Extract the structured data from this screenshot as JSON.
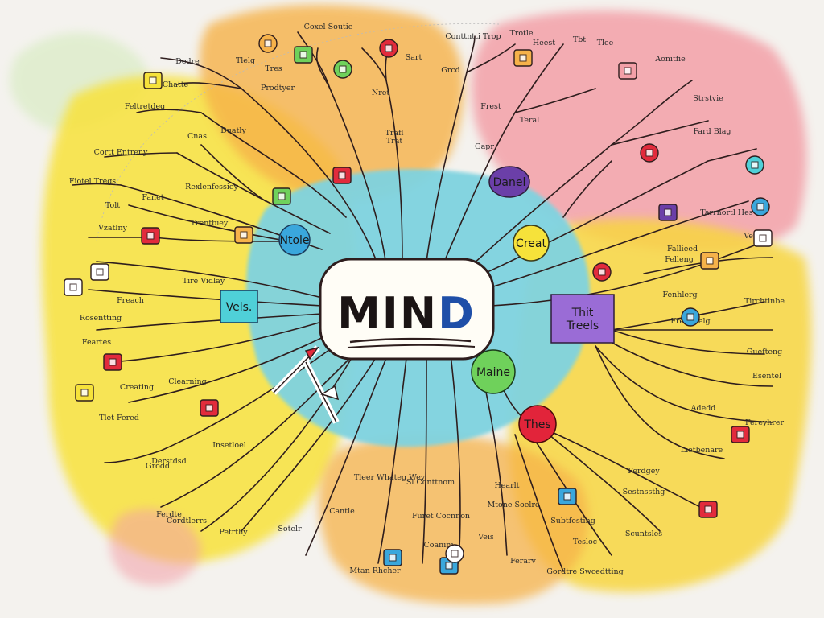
{
  "title": {
    "main": "MIN",
    "accent": "D"
  },
  "palette": {
    "yellow": "#f8e23a",
    "orange": "#f6b24a",
    "pink": "#f3a0a8",
    "cyan": "#7fd3e0",
    "ink": "#2e1d1d",
    "blue_accent": "#1f4fa8",
    "purple": "#8e63c9",
    "red": "#e22b3c",
    "green": "#6fd15b"
  },
  "hubs": [
    {
      "name": "hub-note",
      "label": "Ntole",
      "color": "#3aa7dc",
      "shape": "circle"
    },
    {
      "name": "hub-vels",
      "label": "Vels.",
      "color": "#4fd0d8",
      "shape": "rect"
    },
    {
      "name": "hub-daniel",
      "label": "Danel",
      "color": "#6b3fa8",
      "shape": "ellipse",
      "text_color": "#ffffff"
    },
    {
      "name": "hub-creat",
      "label": "Creat",
      "color": "#f6e23a",
      "shape": "circle"
    },
    {
      "name": "hub-trees",
      "label": "Thit Treels",
      "color": "#9a6cd6",
      "shape": "rect"
    },
    {
      "name": "hub-maine",
      "label": "Maine",
      "color": "#6fd15b",
      "shape": "circle"
    },
    {
      "name": "hub-thes",
      "label": "Thes",
      "color": "#e2243a",
      "shape": "circle",
      "text_color": "#ffffff"
    }
  ],
  "labels": [
    "Dedre",
    "Coxel Soutie",
    "Conttntti Trop",
    "Trotle",
    "Heest",
    "Tbt",
    "Tlee",
    "Tlelg",
    "Tres",
    "Prodtyer",
    "Sart",
    "Grcd",
    "Nret",
    "Trafl",
    "Frest",
    "Aonitfie",
    "Chatte",
    "Strstvie",
    "Feltretdeg",
    "Cnas",
    "Duatly",
    "Trat",
    "Teral",
    "Gapr",
    "Cortt Entreny",
    "Fiotel Tregs",
    "Tolt",
    "Fanet",
    "Rexlenfessiey",
    "Trentbiey",
    "Vzatlny",
    "Tire Vidlay",
    "Freach",
    "Rosentting",
    "Feartes",
    "Creating",
    "Clearning",
    "Tlet Fered",
    "Insetloel",
    "Derstdsd",
    "Grodd",
    "Ferdte",
    "Cordtlerrs",
    "Petrthy",
    "Sotelr",
    "Cantle",
    "Mtan Rhcher",
    "Tleer Whateg Wey",
    "Sl Conttnom",
    "Furet Cocnnon",
    "Coanini",
    "Veis",
    "Hearlt",
    "Mtone Soelre",
    "Ferarv",
    "Subtfesting",
    "Ferdgey",
    "Sestnssthg",
    "Scuntsles",
    "Tesloc",
    "Gordtre Swcedtting",
    "Fenhlerg",
    "Freilenelg",
    "Tirchtinbe",
    "Guefteng",
    "Esentel",
    "Fard Blag",
    "Tarrnortl Hes",
    "Adedd",
    "Fereyhrer",
    "Lietbenare",
    "Vettnnt",
    "Fallieed",
    "Felleng"
  ],
  "icons": [
    "lightbulb-icon",
    "question-icon",
    "heart-icon",
    "target-icon",
    "checkbox-icon",
    "p-badge-icon",
    "rocket-icon",
    "laptop-icon",
    "photo-icon",
    "envelope-icon",
    "folder-icon",
    "chat-bubble-icon",
    "gear-icon",
    "pinterest-icon",
    "music-note-icon",
    "x-icon",
    "calendar-icon",
    "wheel-icon",
    "play-icon",
    "shield-face-icon",
    "cloud-icon",
    "mail-icon",
    "cup-icon",
    "pin-icon",
    "compass-icon",
    "chart-icon",
    "globe-icon",
    "plus-icon",
    "paper-icon",
    "book-icon"
  ]
}
